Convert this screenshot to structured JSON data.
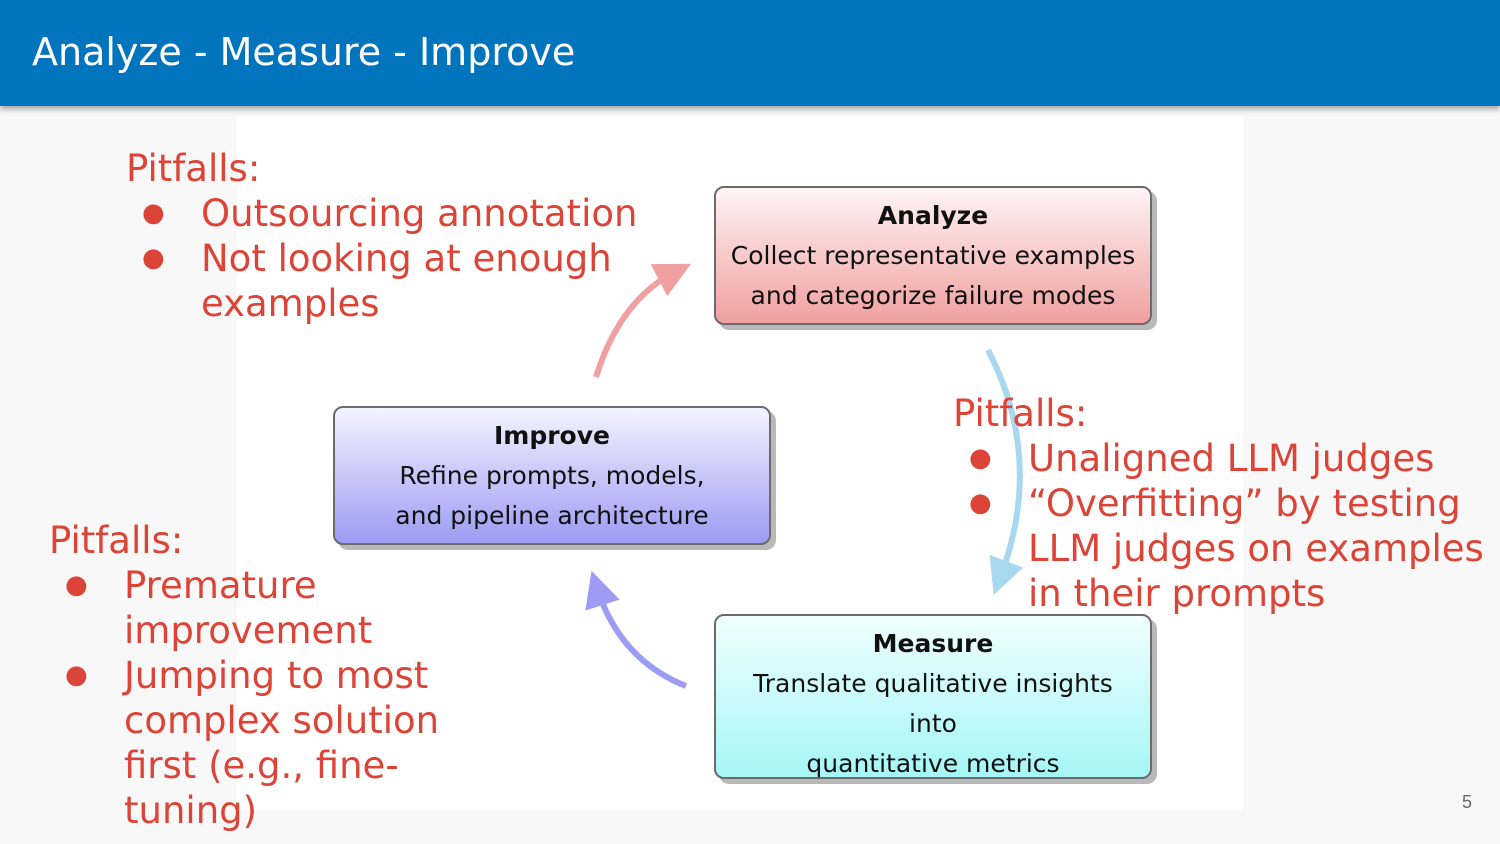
{
  "slide": {
    "title": "Analyze - Measure - Improve",
    "page_number": "5"
  },
  "diagram": {
    "analyze": {
      "title": "Analyze",
      "lines": [
        "Collect representative examples",
        "and categorize failure modes"
      ],
      "color": "#f0a0a0"
    },
    "improve": {
      "title": "Improve",
      "lines": [
        "Refine prompts, models,",
        "and pipeline architecture"
      ],
      "color": "#9c9cf4"
    },
    "measure": {
      "title": "Measure",
      "lines": [
        "Translate qualitative insights",
        "into",
        "quantitative metrics"
      ],
      "color": "#a6f6f6"
    }
  },
  "pitfalls": {
    "analyze": {
      "heading": "Pitfalls:",
      "items": [
        "Outsourcing annotation",
        "Not looking at enough examples"
      ]
    },
    "measure": {
      "heading": "Pitfalls:",
      "items": [
        "Unaligned LLM judges",
        "“Overfitting” by testing LLM judges on examples in their prompts"
      ]
    },
    "improve": {
      "heading": "Pitfalls:",
      "items": [
        "Premature improvement",
        "Jumping to most complex solution first (e.g., fine-tuning)"
      ]
    },
    "color": "#db4437"
  }
}
